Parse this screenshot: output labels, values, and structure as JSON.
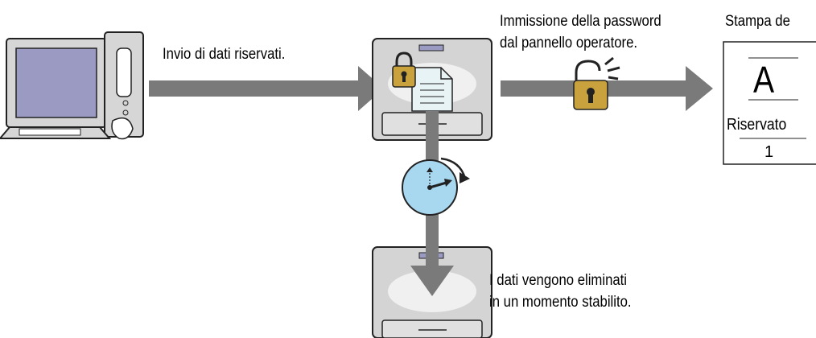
{
  "labels": {
    "send": "Invio di dati riservati.",
    "password_line1": "Immissione della password",
    "password_line2": "dal pannello operatore.",
    "print_header": "Stampa de",
    "deleted_line1": "I dati vengono eliminati",
    "deleted_line2": "in un momento stabilito."
  },
  "printout": {
    "letter": "A",
    "label": "Riservato",
    "number": "1"
  },
  "colors": {
    "arrow": "#7a7a7a",
    "device_fill": "#d4d4d4",
    "device_stroke": "#222222",
    "screen": "#9a9ac2",
    "lock": "#c9a23d",
    "clock": "#a8d8f0",
    "document": "#e8f3f6"
  },
  "icons": [
    "computer-icon",
    "printer-icon",
    "lock-icon",
    "document-icon",
    "clock-icon",
    "unlock-icon"
  ]
}
